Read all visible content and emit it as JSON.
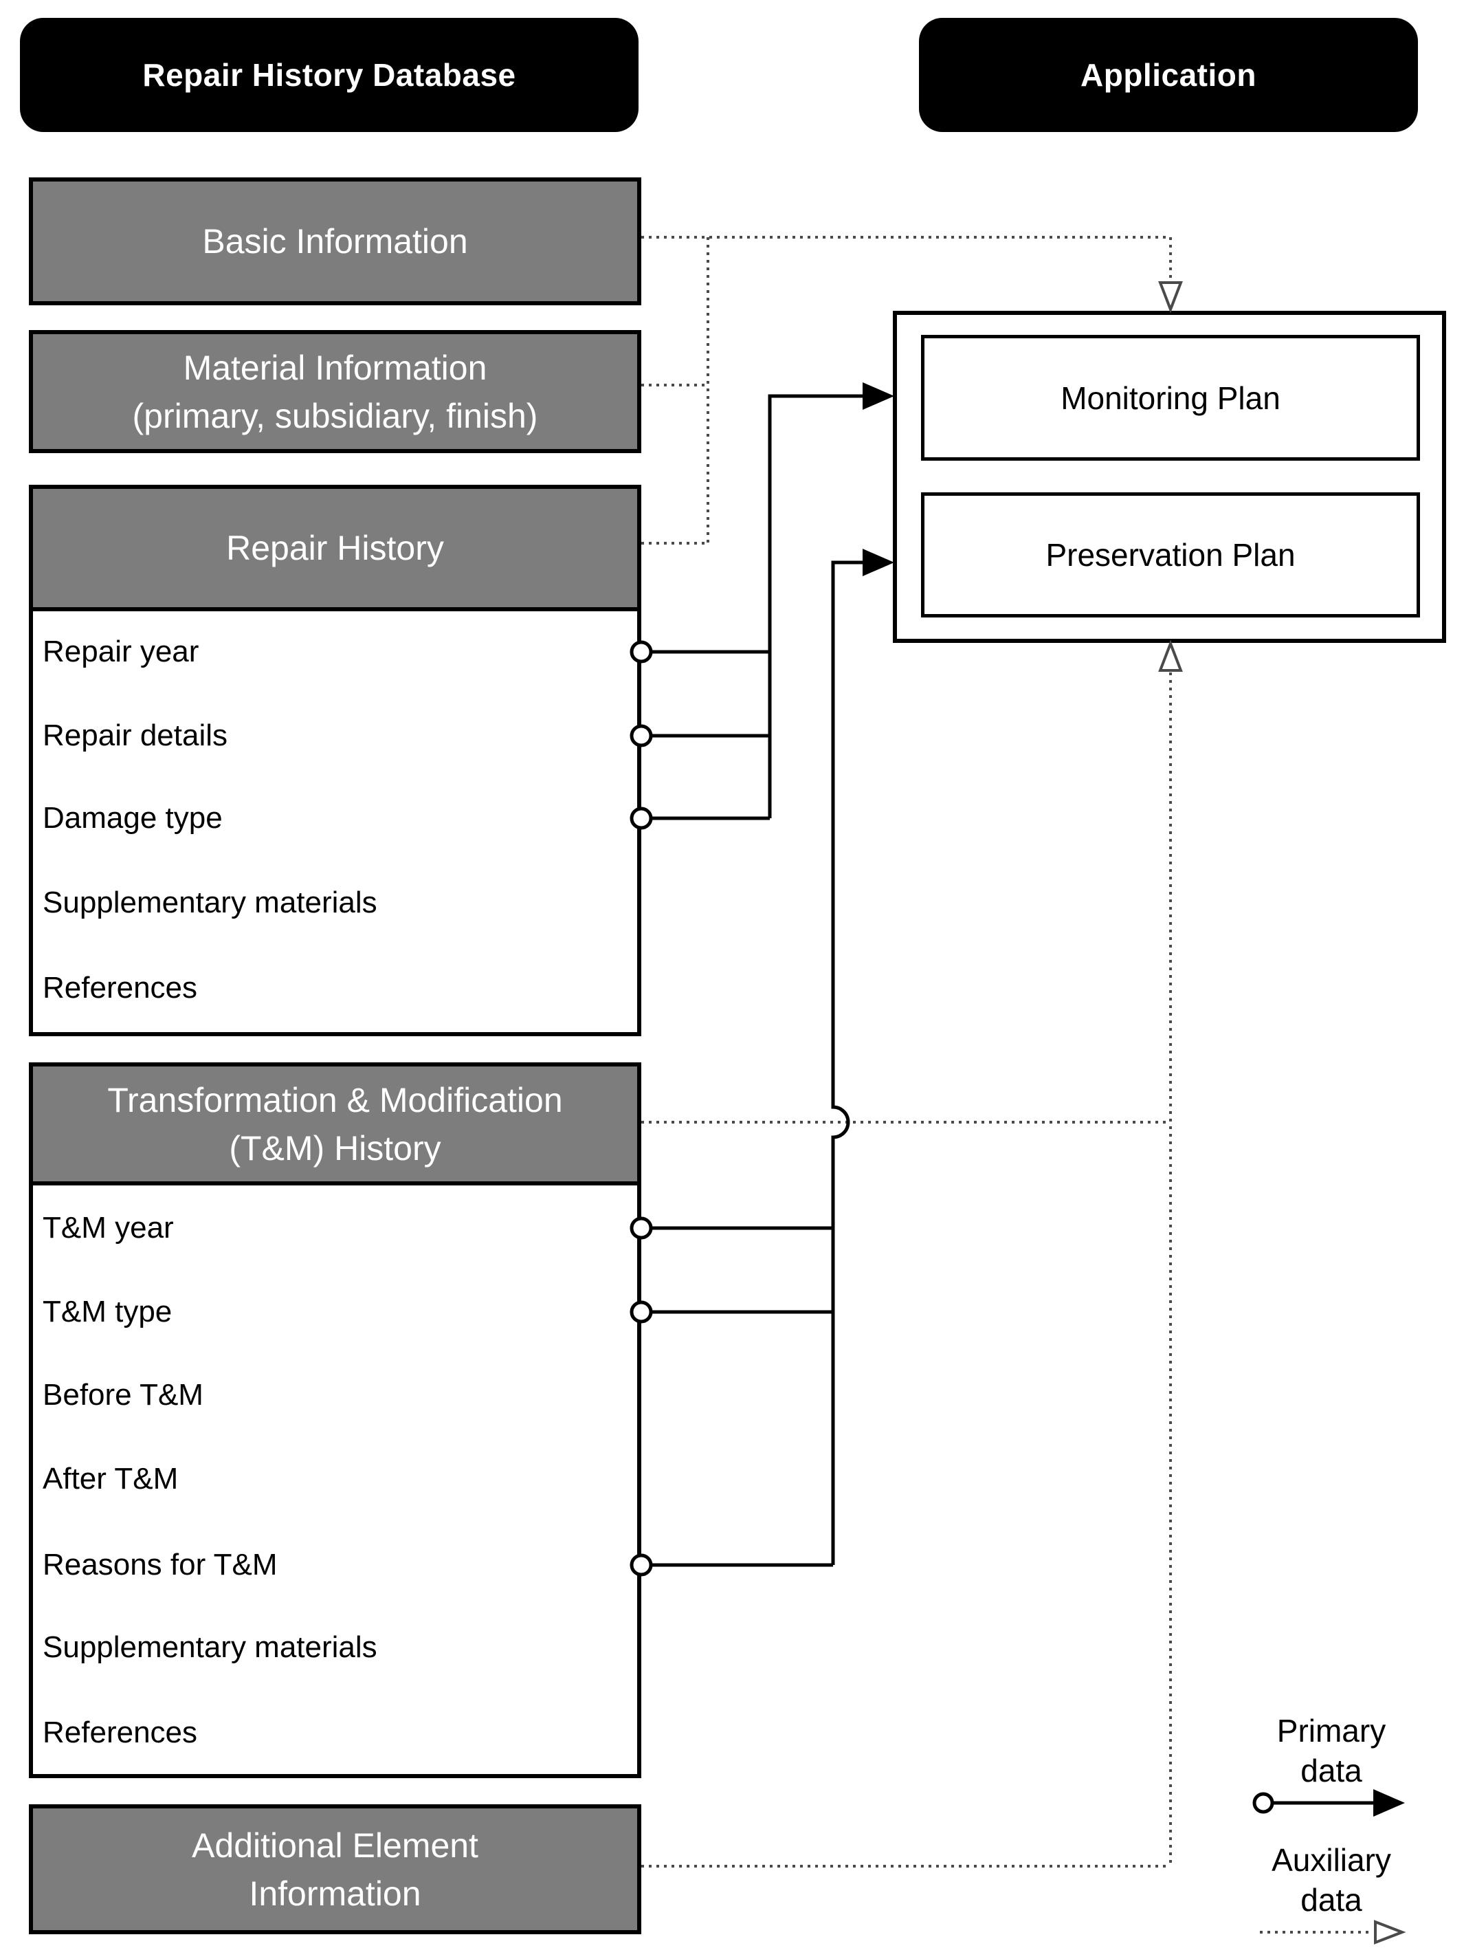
{
  "database_column": {
    "header": "Repair History Database",
    "basic_section": {
      "title": "Basic Information"
    },
    "material_section": {
      "title": "Material Information\n(primary, subsidiary, finish)"
    },
    "repair_section": {
      "title": "Repair History",
      "items": [
        {
          "label": "Repair year",
          "has_connector": true
        },
        {
          "label": "Repair details",
          "has_connector": true
        },
        {
          "label": "Damage type",
          "has_connector": true
        },
        {
          "label": "Supplementary materials",
          "has_connector": false
        },
        {
          "label": "References",
          "has_connector": false
        }
      ]
    },
    "tm_section": {
      "title": "Transformation & Modification\n(T&M) History",
      "items": [
        {
          "label": "T&M year",
          "has_connector": true
        },
        {
          "label": "T&M type",
          "has_connector": true
        },
        {
          "label": "Before T&M",
          "has_connector": false
        },
        {
          "label": "After T&M",
          "has_connector": false
        },
        {
          "label": "Reasons for T&M",
          "has_connector": true
        },
        {
          "label": "Supplementary materials",
          "has_connector": false
        },
        {
          "label": "References",
          "has_connector": false
        }
      ]
    },
    "additional_section": {
      "title": "Additional Element\nInformation"
    }
  },
  "application_column": {
    "header": "Application",
    "plans": [
      {
        "label": "Monitoring Plan"
      },
      {
        "label": "Preservation Plan"
      }
    ]
  },
  "legend": {
    "primary": {
      "label": "Primary\ndata",
      "marker": "circle-start-filled-arrow-line-icon"
    },
    "auxiliary": {
      "label": "Auxiliary\ndata",
      "marker": "dotted-open-arrow-line-icon"
    }
  },
  "colors": {
    "header_bg": "#000000",
    "header_text": "#ffffff",
    "section_bg": "#7d7d7d",
    "section_text": "#ffffff",
    "item_text": "#000000",
    "primary_line": "#000000",
    "auxiliary_line": "#4a4a4a"
  }
}
